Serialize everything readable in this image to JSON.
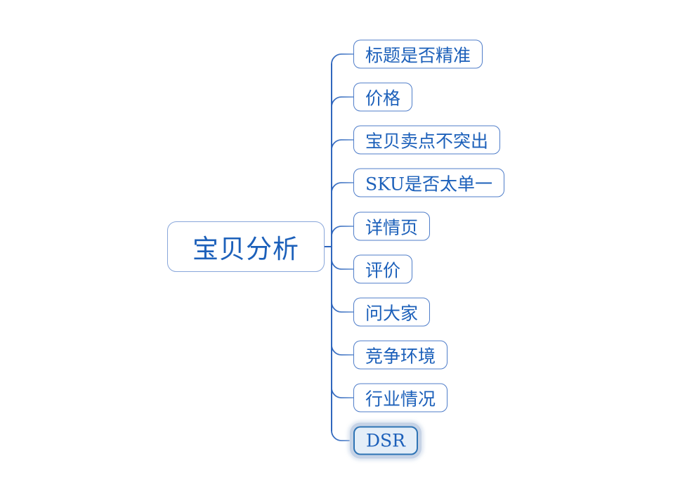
{
  "mindmap": {
    "root": {
      "label": "宝贝分析"
    },
    "children": [
      {
        "label": "标题是否精准",
        "selected": false
      },
      {
        "label": "价格",
        "selected": false
      },
      {
        "label": "宝贝卖点不突出",
        "selected": false
      },
      {
        "label": "SKU是否太单一",
        "selected": false
      },
      {
        "label": "详情页",
        "selected": false
      },
      {
        "label": "评价",
        "selected": false
      },
      {
        "label": "问大家",
        "selected": false
      },
      {
        "label": "竞争环境",
        "selected": false
      },
      {
        "label": "行业情况",
        "selected": false
      },
      {
        "label": "DSR",
        "selected": true
      }
    ]
  },
  "colors": {
    "canvas_bg": "#ffffff",
    "topic_text": "#1c60ba",
    "root_border": "#88a6da",
    "child_border": "#4f7dc9",
    "connector_dark": "#2f66bd",
    "connector_light": "#8fb0de",
    "selected_fill": "#e4eef8",
    "selected_border": "#2e74b5",
    "selected_halo": "#c6d3e6"
  }
}
